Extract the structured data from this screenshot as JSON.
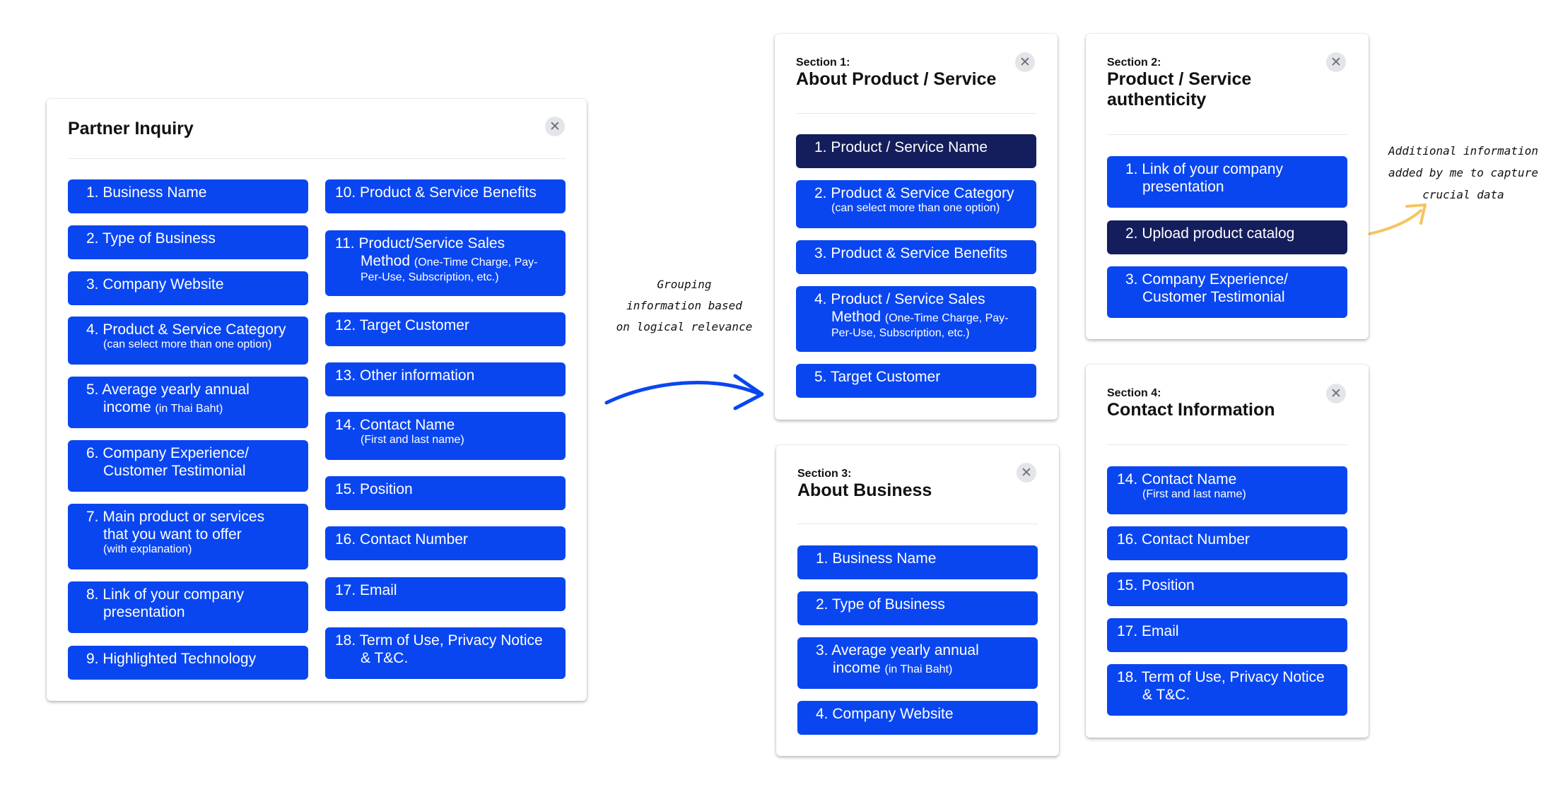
{
  "partner_inquiry": {
    "title": "Partner Inquiry",
    "close_symbol": "✕",
    "items": [
      {
        "text": "1. Business Name"
      },
      {
        "text": "2. Type of Business"
      },
      {
        "text": "3. Company Website"
      },
      {
        "text": "4. Product & Service Category",
        "sub": "(can select more than one option)"
      },
      {
        "text": "5. Average yearly annual",
        "line2": "income",
        "inline": "(in Thai Baht)"
      },
      {
        "text": "6. Company Experience/",
        "line2": "Customer Testimonial"
      },
      {
        "text": "7. Main product or services",
        "line2": "that you want to offer",
        "sub": "(with explanation)"
      },
      {
        "text": "8. Link of your company",
        "line2": "presentation"
      },
      {
        "text": "9. Highlighted Technology"
      },
      {
        "text": "10. Product & Service Benefits"
      },
      {
        "text": "11. Product/Service Sales",
        "line2": "Method",
        "inline": "(One-Time Charge, Pay-",
        "line3": "Per-Use, Subscription, etc.)"
      },
      {
        "text": "12. Target Customer"
      },
      {
        "text": "13. Other information"
      },
      {
        "text": "14. Contact Name",
        "sub": "(First and last name)"
      },
      {
        "text": "15. Position"
      },
      {
        "text": "16. Contact Number"
      },
      {
        "text": "17. Email"
      },
      {
        "text": "18. Term of Use, Privacy Notice",
        "line2": "& T&C."
      }
    ]
  },
  "grouping_note": {
    "lines": [
      "Grouping",
      "information based",
      "on logical relevance"
    ]
  },
  "additional_note": {
    "lines": [
      "Additional information",
      "added by me to capture",
      "crucial data"
    ]
  },
  "colors": {
    "item_blue": "#0a46f0",
    "item_dark": "#141e5c",
    "arrow_blue": "#0a46f0",
    "arrow_yellow": "#f7c35f"
  },
  "section1": {
    "label": "Section 1:",
    "title": "About Product / Service",
    "items": [
      {
        "text": "1. Product / Service Name",
        "highlight": true
      },
      {
        "text": "2. Product & Service Category",
        "sub": "(can select more than one option)"
      },
      {
        "text": "3. Product & Service Benefits"
      },
      {
        "text": "4. Product / Service Sales",
        "line2": "Method",
        "inline": "(One-Time Charge, Pay-",
        "line3": "Per-Use, Subscription, etc.)"
      },
      {
        "text": "5. Target Customer"
      }
    ]
  },
  "section2": {
    "label": "Section 2:",
    "title_line1": "Product / Service",
    "title_line2": "authenticity",
    "items": [
      {
        "text": "1. Link of your company",
        "line2": "presentation"
      },
      {
        "text": "2. Upload product catalog",
        "highlight": true
      },
      {
        "text": "3. Company Experience/",
        "line2": "Customer Testimonial"
      }
    ]
  },
  "section3": {
    "label": "Section 3:",
    "title": "About Business",
    "items": [
      {
        "text": "1. Business Name"
      },
      {
        "text": "2. Type of Business"
      },
      {
        "text": "3. Average yearly annual",
        "line2": "income",
        "inline": "(in Thai Baht)"
      },
      {
        "text": "4. Company Website"
      }
    ]
  },
  "section4": {
    "label": "Section 4:",
    "title": "Contact Information",
    "items": [
      {
        "text": "14. Contact Name",
        "sub": "(First and last name)"
      },
      {
        "text": "16. Contact Number"
      },
      {
        "text": "15. Position"
      },
      {
        "text": "17. Email"
      },
      {
        "text": "18. Term of Use, Privacy Notice",
        "line2": "& T&C."
      }
    ]
  }
}
